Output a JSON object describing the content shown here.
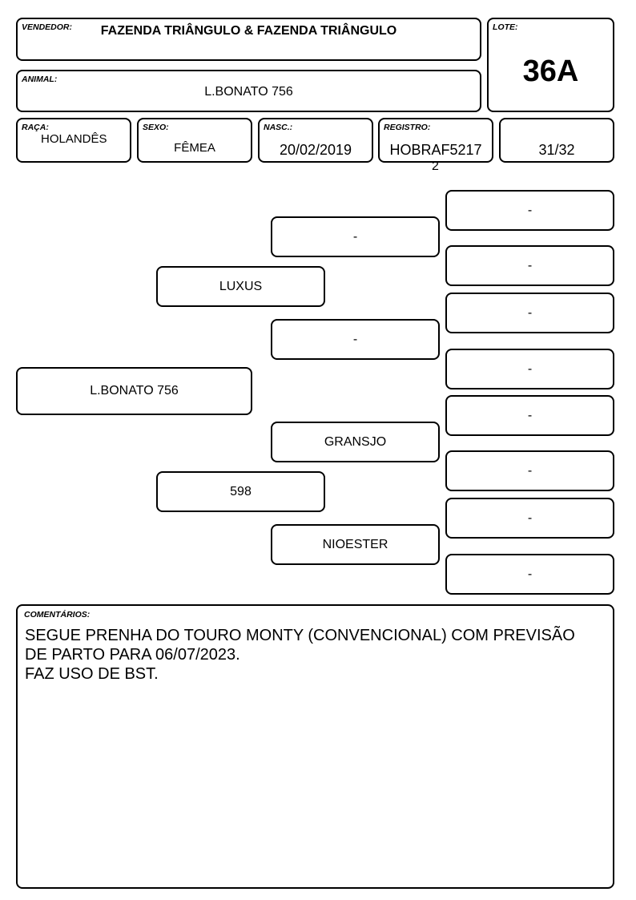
{
  "header": {
    "vendedor_label": "VENDEDOR:",
    "vendedor": "FAZENDA TRIÂNGULO & FAZENDA TRIÂNGULO",
    "lote_label": "LOTE:",
    "lote": "36A",
    "animal_label": "ANIMAL:",
    "animal": "L.BONATO 756"
  },
  "info": {
    "raca_label": "RAÇA:",
    "raca": "HOLANDÊS",
    "sexo_label": "SEXO:",
    "sexo": "FÊMEA",
    "nasc_label": "NASC.:",
    "nasc": "20/02/2019",
    "registro_label": "REGISTRO:",
    "registro_line1": "HOBRAF5217",
    "registro_line2": "2",
    "grau": "31/32"
  },
  "pedigree": {
    "animal": "L.BONATO 756",
    "sire": "LUXUS",
    "dam": "598",
    "sire_sire": "-",
    "sire_dam": "-",
    "dam_sire": "GRANSJO",
    "dam_dam": "NIOESTER",
    "ggp": [
      "-",
      "-",
      "-",
      "-",
      "-",
      "-",
      "-",
      "-"
    ]
  },
  "comments": {
    "label": "COMENTÁRIOS:",
    "lines": [
      "SEGUE PRENHA DO TOURO MONTY (CONVENCIONAL) COM PREVISÃO",
      "DE PARTO PARA 06/07/2023.",
      "FAZ USO DE BST."
    ]
  }
}
